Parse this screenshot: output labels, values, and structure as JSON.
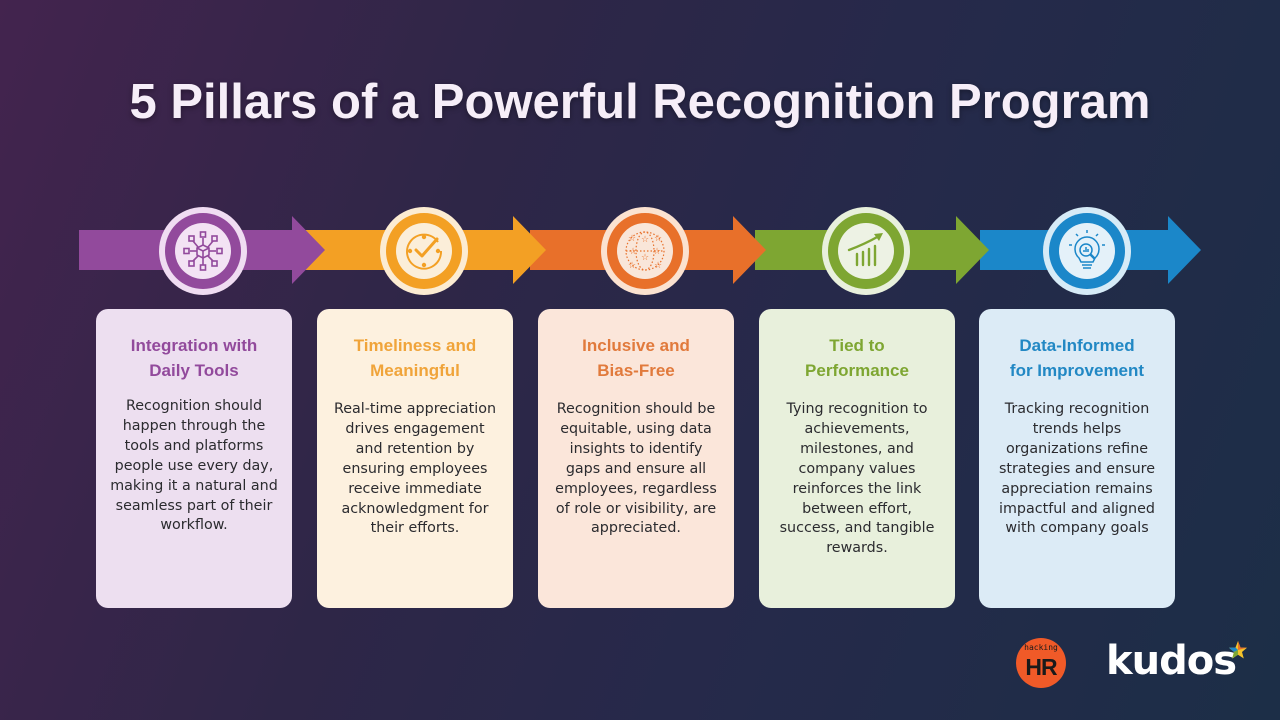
{
  "title": "5 Pillars of a Powerful Recognition Program",
  "colors": {
    "purple": "#924a9c",
    "orange_yellow": "#f3a024",
    "orange": "#e8702a",
    "green": "#7ea632",
    "blue": "#1b87c9"
  },
  "pillars": [
    {
      "icon": "network-cubes-icon",
      "heading_line1": "Integration with",
      "heading_line2": "Daily Tools",
      "body": "Recognition should happen through the tools and platforms people use every day, making it a natural and seamless part of their workflow."
    },
    {
      "icon": "clock-check-icon",
      "heading_line1": "Timeliness and",
      "heading_line2": "Meaningful",
      "body": "Real-time appreciation drives engagement and retention by ensuring employees receive immediate acknowledgment for their efforts."
    },
    {
      "icon": "star-network-icon",
      "heading_line1": "Inclusive and",
      "heading_line2": "Bias-Free",
      "body": "Recognition should be equitable, using data insights to identify gaps and ensure all employees, regardless of role or visibility, are appreciated."
    },
    {
      "icon": "growth-chart-icon",
      "heading_line1": "Tied to",
      "heading_line2": "Performance",
      "body": "Tying recognition to achievements, milestones, and company values reinforces the link between effort, success, and tangible rewards."
    },
    {
      "icon": "lightbulb-analytics-icon",
      "heading_line1": "Data-Informed",
      "heading_line2": "for Improvement",
      "body": "Tracking recognition trends helps organizations refine strategies and ensure appreciation remains impactful and aligned with company goals"
    }
  ],
  "logos": {
    "hacking_hr_small": "hacking",
    "hacking_hr_big": "HR",
    "kudos": "kudos"
  }
}
